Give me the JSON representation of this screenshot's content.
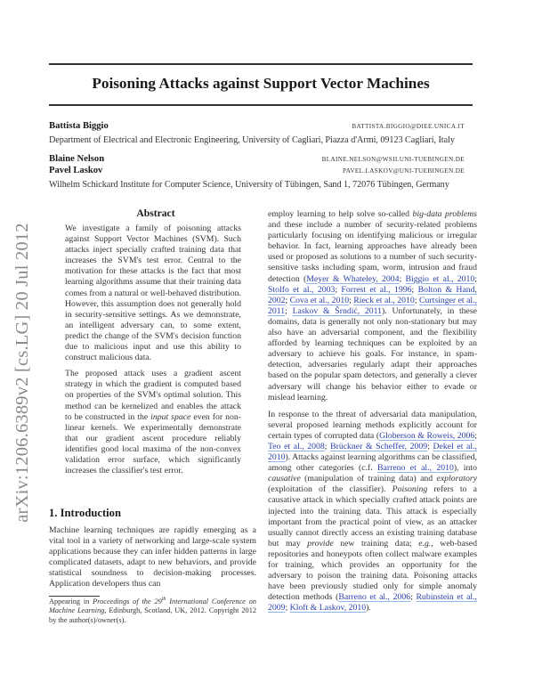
{
  "arxiv_stamp": "arXiv:1206.6389v2  [cs.LG]  20 Jul 2012",
  "title": "Poisoning Attacks against Support Vector Machines",
  "authors": [
    {
      "name": "Battista Biggio",
      "email": "battista.biggio@diee.unica.it"
    },
    {
      "name": "Blaine Nelson",
      "email": "blaine.nelson@wsii.uni-tuebingen.de"
    },
    {
      "name": "Pavel Laskov",
      "email": "pavel.laskov@uni-tuebingen.de"
    }
  ],
  "affiliations": [
    "Department of Electrical and Electronic Engineering, University of Cagliari, Piazza d'Armi, 09123 Cagliari, Italy",
    "Wilhelm Schickard Institute for Computer Science, University of Tübingen, Sand 1, 72076 Tübingen, Germany"
  ],
  "abstract": {
    "heading": "Abstract",
    "p1": "We investigate a family of poisoning attacks against Support Vector Machines (SVM). Such attacks inject specially crafted training data that increases the SVM's test error. Central to the motivation for these attacks is the fact that most learning algorithms assume that their training data comes from a natural or well-behaved distribution. However, this assumption does not generally hold in security-sensitive settings. As we demonstrate, an intelligent adversary can, to some extent, predict the change of the SVM's decision function due to malicious input and use this ability to construct malicious data.",
    "p2_a": "The proposed attack uses a gradient ascent strategy in which the gradient is computed based on properties of the SVM's optimal solution. This method can be kernelized and enables the attack to be constructed in the ",
    "p2_em": "input space",
    "p2_b": " even for non-linear kernels. We experimentally demonstrate that our gradient ascent procedure reliably identifies good local maxima of the non-convex validation error surface, which significantly increases the classifier's test error."
  },
  "introduction": {
    "heading": "1. Introduction",
    "p1": "Machine learning techniques are rapidly emerging as a vital tool in a variety of networking and large-scale system applications because they can infer hidden patterns in large complicated datasets, adapt to new behaviors, and provide statistical soundness to decision-making processes. Application developers thus can"
  },
  "footnote": {
    "a": "Appearing in ",
    "em1": "Proceedings of the 29",
    "sup": "th",
    "em2": " International Conference on Machine Learning",
    "b": ", Edinburgh, Scotland, UK, 2012. Copyright 2012 by the author(s)/owner(s)."
  },
  "right_column": {
    "p1_a": "employ learning to help solve so-called ",
    "p1_em": "big-data problems",
    "p1_b": " and these include a number of security-related problems particularly focusing on identifying malicious or irregular behavior. In fact, learning approaches have already been used or proposed as solutions to a number of such security-sensitive tasks including spam, worm, intrusion and fraud detection (",
    "p1_cites": [
      "Meyer & Whateley, 2004",
      "Biggio et al., 2010",
      "Stolfo et al., 2003",
      "Forrest et al., 1996",
      "Bolton & Hand, 2002",
      "Cova et al., 2010",
      "Rieck et al., 2010",
      "Curtsinger et al., 2011",
      "Laskov & Šrndić, 2011"
    ],
    "p1_c": "). Unfortunately, in these domains, data is generally not only non-stationary but may also have an adversarial component, and the flexibility afforded by learning techniques can be exploited by an adversary to achieve his goals. For instance, in spam-detection, adversaries regularly adapt their approaches based on the popular spam detectors, and generally a clever adversary will change his behavior either to evade or mislead learning.",
    "p2_a": "In response to the threat of adversarial data manipulation, several proposed learning methods explicitly account for certain types of corrupted data (",
    "p2_cites": [
      "Globerson & Roweis, 2006",
      "Teo et al., 2008",
      "Brückner & Scheffer, 2009",
      "Dekel et al., 2010"
    ],
    "p2_b": "). Attacks against learning algorithms can be classified, among other categories (c.f. ",
    "p2_cite2": "Barreno et al., 2010",
    "p2_c": "), into ",
    "p2_em1": "causative",
    "p2_d": " (manipulation of training data) and ",
    "p2_em2": "exploratory",
    "p2_e": " (exploitation of the classifier). ",
    "p2_em3": "Poisoning",
    "p2_f": " refers to a causative attack in which specially crafted attack points are injected into the training data. This attack is especially important from the practical point of view, as an attacker usually cannot directly access an existing training database but may ",
    "p2_em4": "provide",
    "p2_g": " new training data; ",
    "p2_em5": "e.g.",
    "p2_h": ", web-based repositories and honeypots often collect malware examples for training, which provides an opportunity for the adversary to poison the training data. Poisoning attacks have been previously studied only for simple anomaly detection methods (",
    "p2_cites3": [
      "Barreno et al., 2006",
      "Rubinstein et al., 2009",
      "Kloft & Laskov, 2010"
    ],
    "p2_i": ")."
  },
  "colors": {
    "text": "#333333",
    "link": "#2a3fa8",
    "link_underline": "#8fb4e8",
    "stamp": "#8a8a8a"
  }
}
